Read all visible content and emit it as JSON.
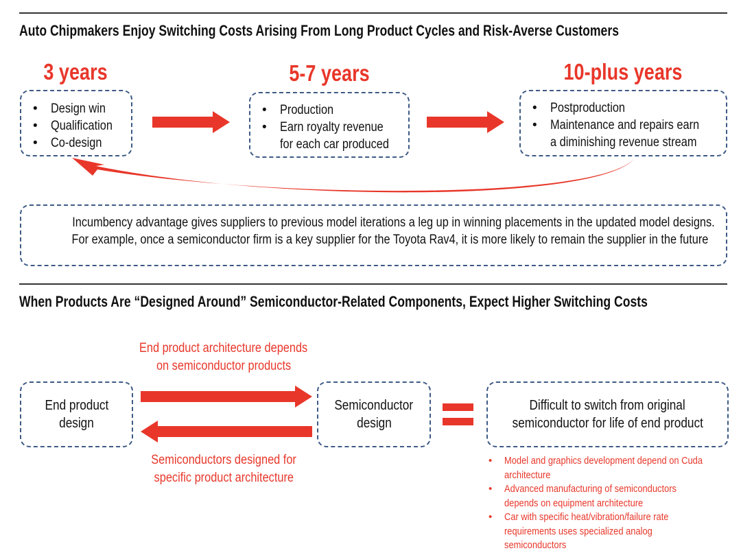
{
  "section1": {
    "title": "Auto Chipmakers Enjoy Switching Costs Arising From Long Product Cycles and Risk-Averse Customers",
    "stages": [
      {
        "duration": "3 years",
        "bullets": [
          "Design win",
          "Qualification",
          "Co-design"
        ]
      },
      {
        "duration": "5-7 years",
        "bullets": [
          "Production",
          "Earn royalty revenue\nfor each car produced"
        ]
      },
      {
        "duration": "10-plus years",
        "bullets": [
          "Postproduction",
          "Maintenance and repairs earn\na diminishing revenue stream"
        ]
      }
    ],
    "note_lines": [
      "Incumbency advantage gives suppliers to previous model iterations a leg up in winning placements in the updated model designs.",
      "For example, once a semiconductor firm is a key supplier for the Toyota Rav4, it is more likely to remain the supplier in the future"
    ]
  },
  "section2": {
    "title": "When Products Are “Designed Around” Semiconductor-Related Components, Expect Higher Switching Costs",
    "top_label": [
      "End product architecture depends",
      "on semiconductor products"
    ],
    "bottom_label": [
      "Semiconductors designed for",
      "specific product architecture"
    ],
    "end_product": [
      "End product",
      "design"
    ],
    "semi": [
      "Semiconductor",
      "design"
    ],
    "result": [
      "Difficult to switch from original",
      "semiconductor for life of end product"
    ],
    "examples": [
      [
        "Model and graphics development depend on Cuda",
        "architecture"
      ],
      [
        "Advanced manufacturing of semiconductors",
        "depends on equipment architecture"
      ],
      [
        "Car with specific heat/vibration/failure rate",
        "requirements uses specialized analog",
        "semiconductors"
      ]
    ]
  },
  "colors": {
    "accent": "#e8372a",
    "box_border": "#3d5a85"
  }
}
